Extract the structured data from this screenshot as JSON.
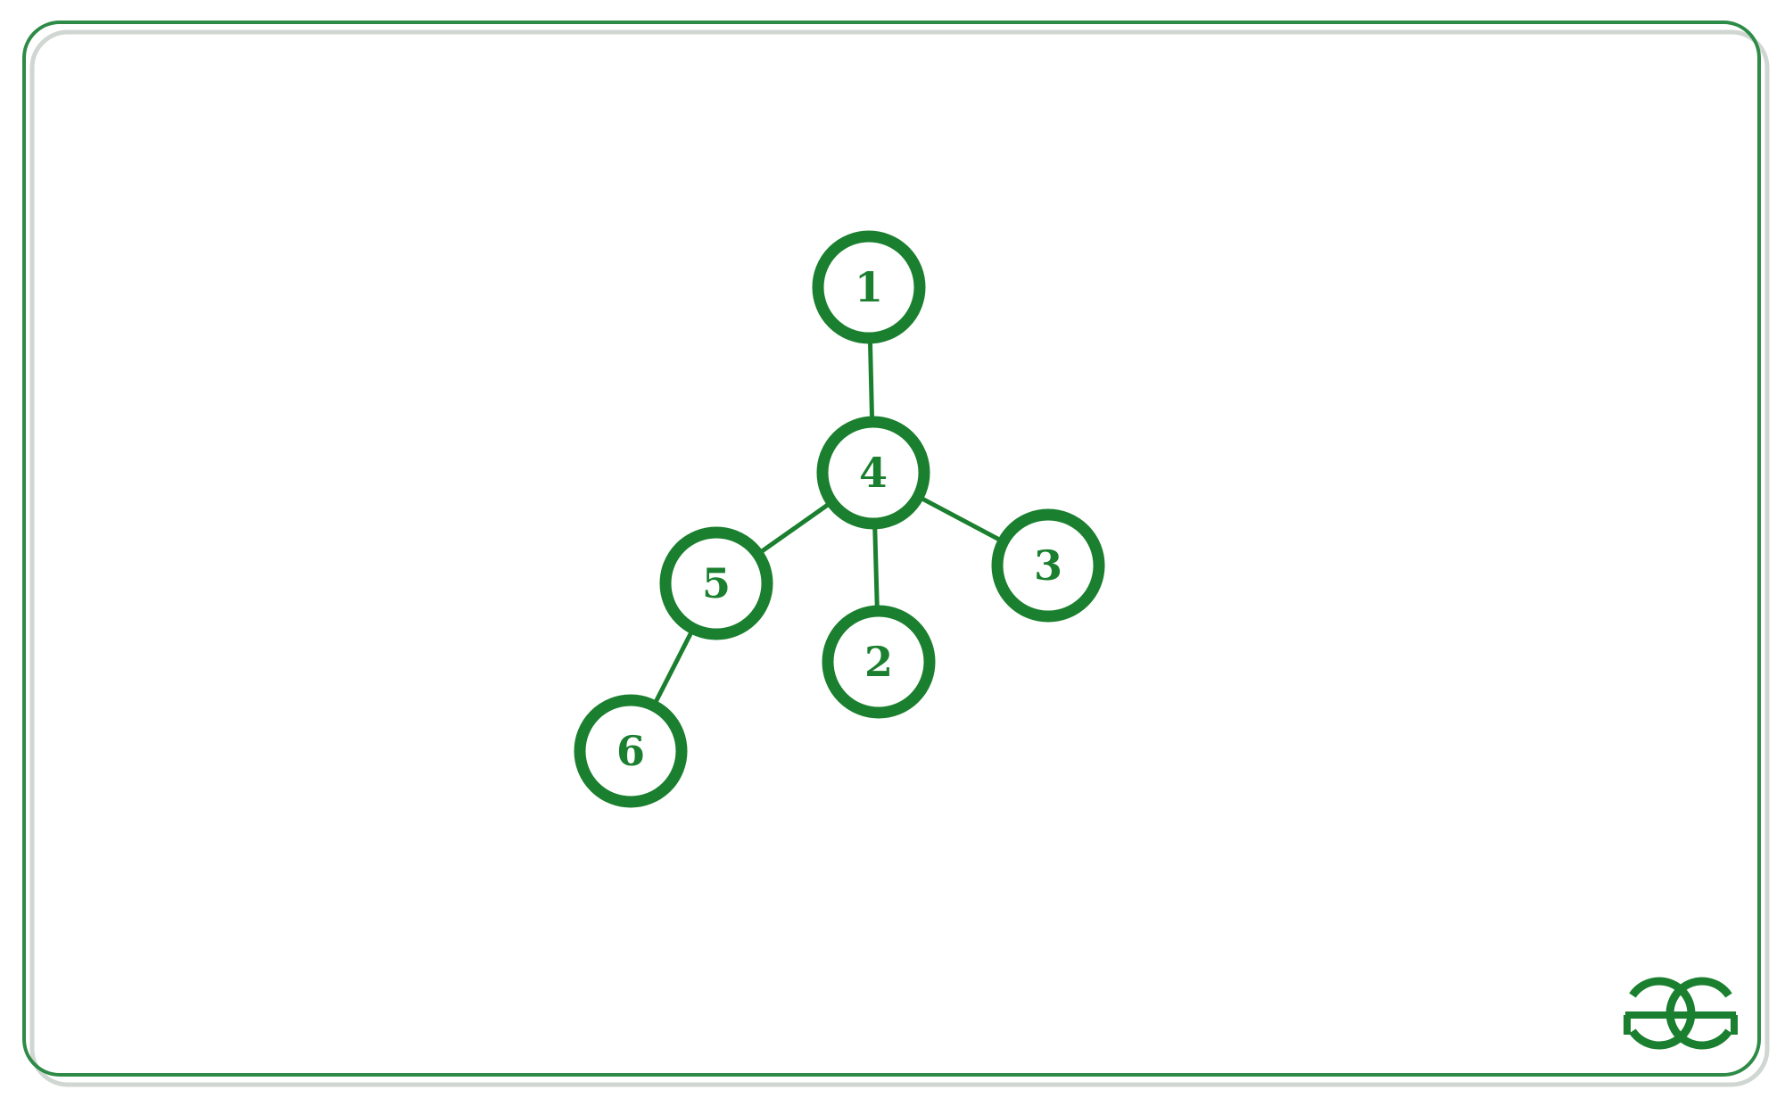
{
  "colors": {
    "accent": "#1a7f2e",
    "frame": "#2e8b47",
    "frame_shadow": "#d0d6d2",
    "background": "#ffffff"
  },
  "logo": {
    "icon": "geeksforgeeks-logo-icon",
    "text": "GG"
  },
  "graph": {
    "nodes": [
      {
        "id": "1",
        "label": "1"
      },
      {
        "id": "4",
        "label": "4"
      },
      {
        "id": "5",
        "label": "5"
      },
      {
        "id": "2",
        "label": "2"
      },
      {
        "id": "3",
        "label": "3"
      },
      {
        "id": "6",
        "label": "6"
      }
    ],
    "edges": [
      {
        "from": "1",
        "to": "4"
      },
      {
        "from": "4",
        "to": "5"
      },
      {
        "from": "4",
        "to": "2"
      },
      {
        "from": "4",
        "to": "3"
      },
      {
        "from": "5",
        "to": "6"
      }
    ]
  }
}
